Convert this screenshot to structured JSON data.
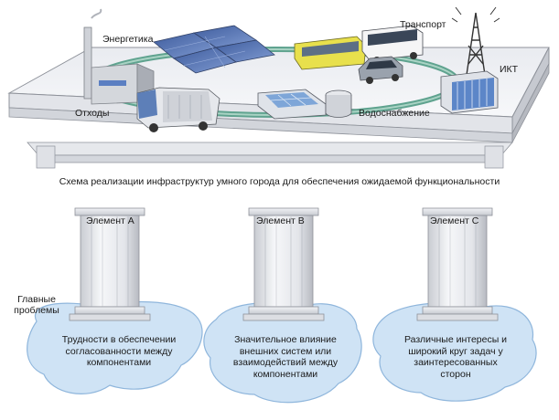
{
  "labels": {
    "energy": "Энергетика",
    "transport": "Транспорт",
    "ict": "ИКТ",
    "waste": "Отходы",
    "water": "Водоснабжение"
  },
  "caption": "Схема реализации инфраструктур умного города для обеспечения ожидаемой функциональности",
  "elements": [
    "Элемент А",
    "Элемент В",
    "Элемент С"
  ],
  "main_problems_label": [
    "Главные",
    "проблемы"
  ],
  "problems": [
    [
      "Трудности в обеспечении",
      "согласованности между",
      "компонентами"
    ],
    [
      "Значительное влияние",
      "внешних систем или",
      "взаимодействий между",
      "компонентами"
    ],
    [
      "Различные интересы и",
      "широкий круг задач у",
      "заинтересованных",
      "сторон"
    ]
  ],
  "colors": {
    "platform_top": "#f0f1f4",
    "platform_side": "#d9dbe0",
    "column": "#e8e9ec",
    "column_shadow": "#b8bbc2",
    "water": "#cfe3f5",
    "water_edge": "#8fb6dc",
    "ring": "#5fa38f"
  }
}
